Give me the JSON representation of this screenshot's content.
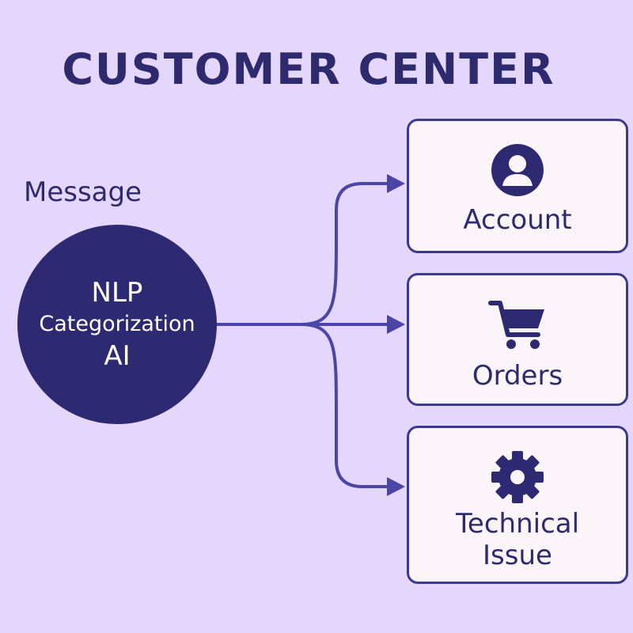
{
  "title": "CUSTOMER CENTER",
  "input_label": "Message",
  "hub": {
    "line1": "NLP",
    "line2": "Categorization",
    "line3": "AI"
  },
  "categories": [
    {
      "label": "Account",
      "icon": "user-icon"
    },
    {
      "label": "Orders",
      "icon": "shopping-cart-icon"
    },
    {
      "label": "Technical Issue",
      "icon": "gear-icon"
    }
  ],
  "colors": {
    "background": "#e5d7fb",
    "primary": "#2d2a72",
    "connector": "#4b46a6",
    "box_fill": "#fbf5fa"
  }
}
